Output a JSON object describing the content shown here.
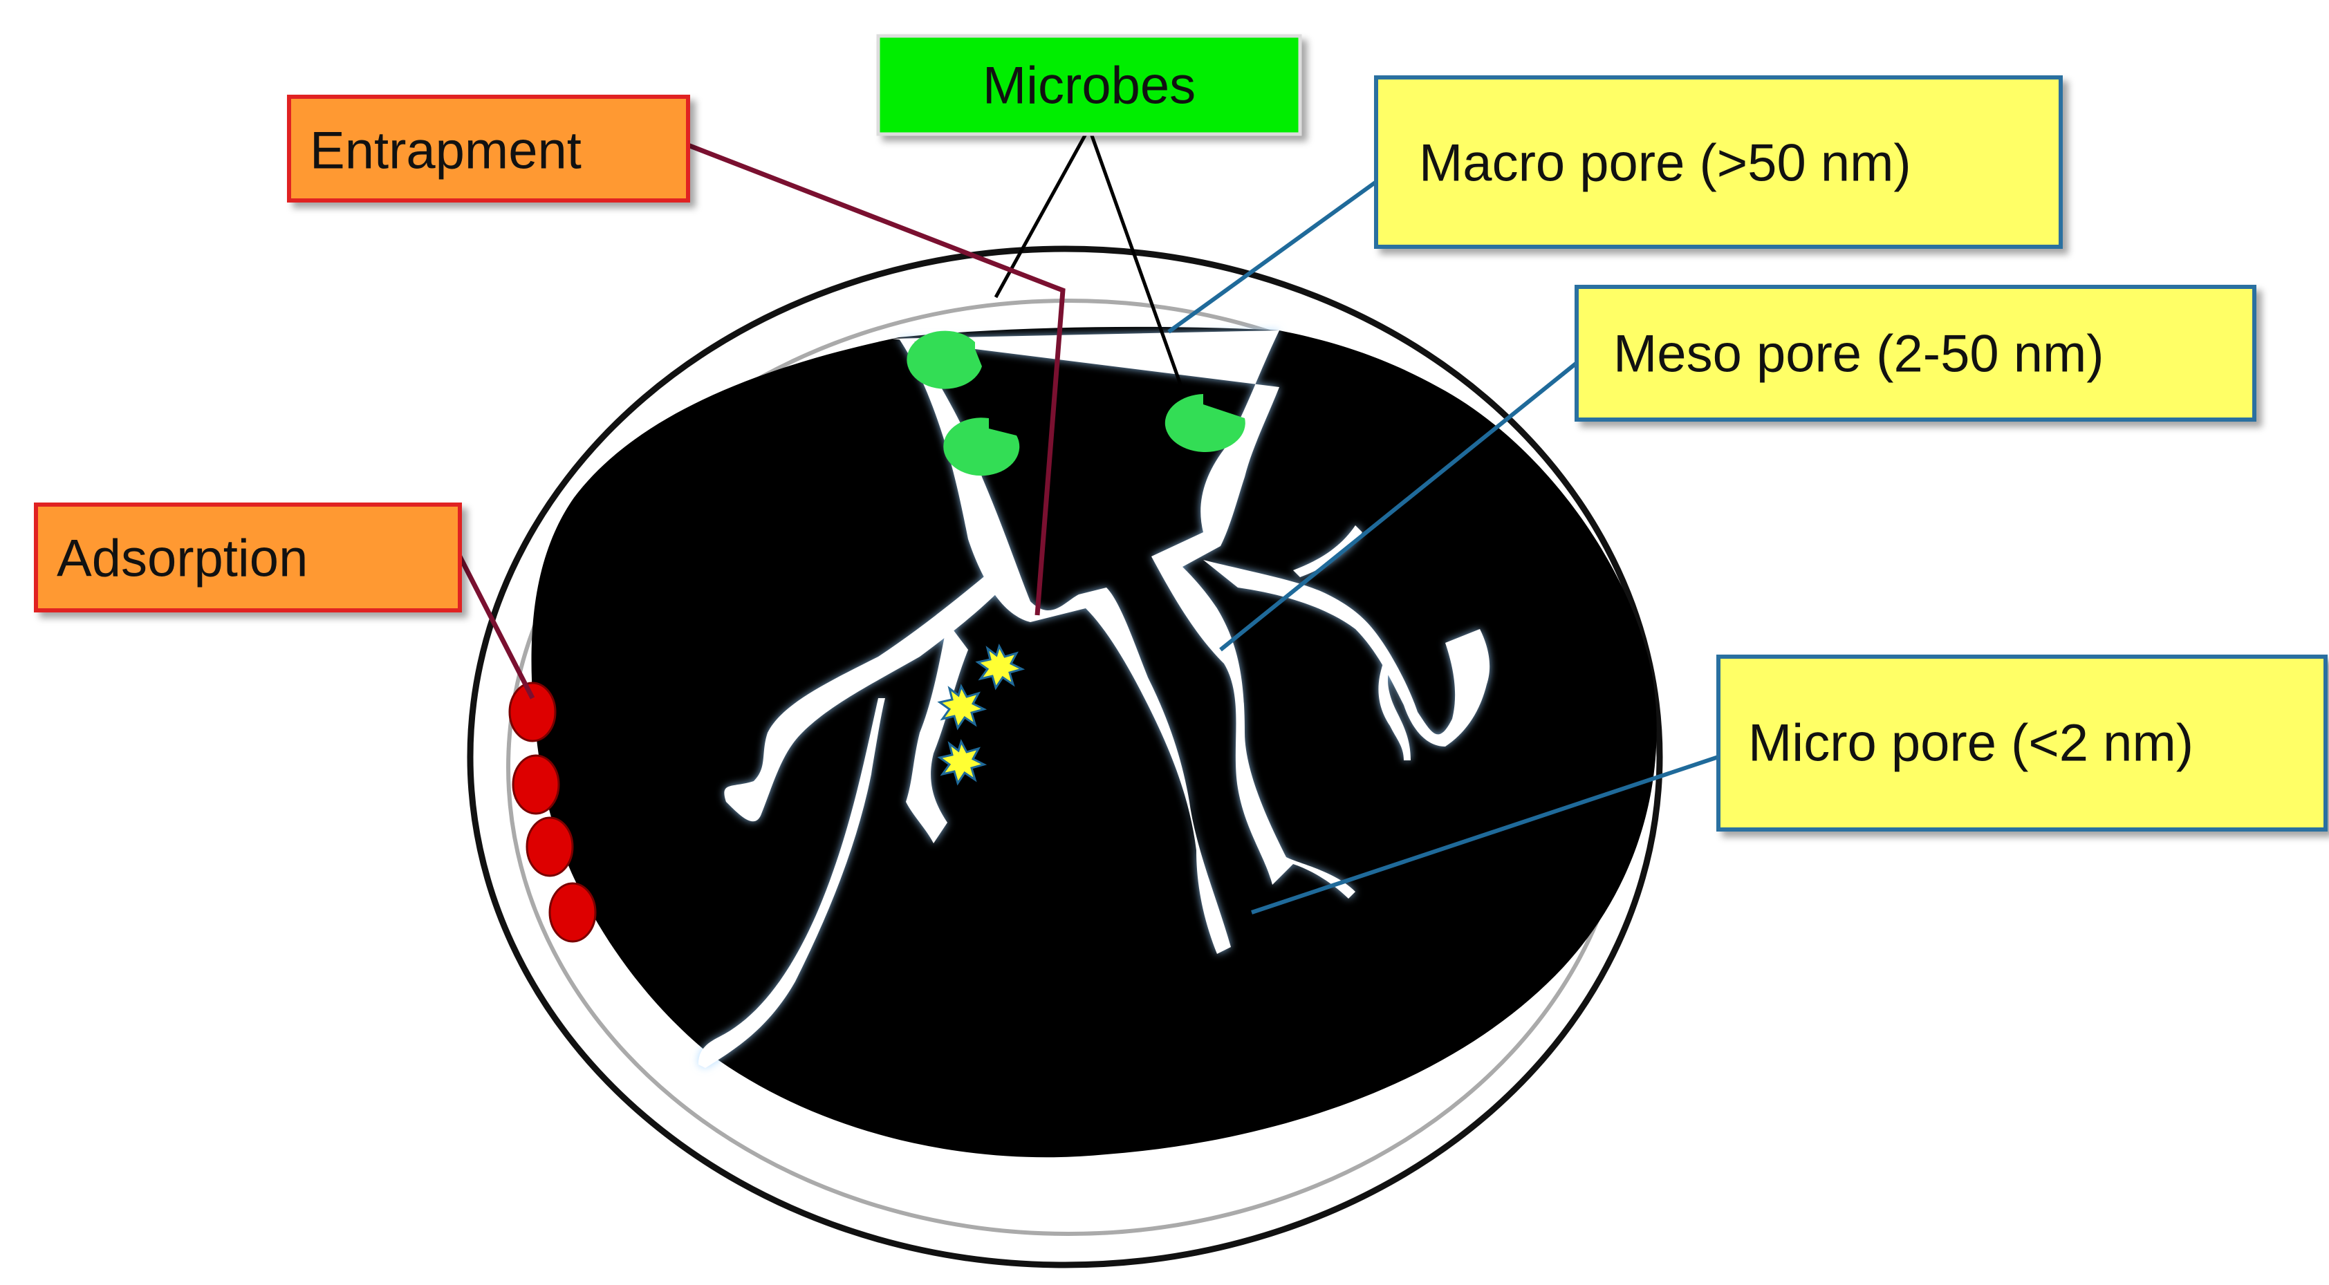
{
  "labels": {
    "microbes": "Microbes",
    "entrapment": "Entrapment",
    "adsorption": "Adsorption",
    "macro_pore": "Macro pore (>50 nm)",
    "meso_pore": "Meso pore (2-50 nm)",
    "micro_pore": "Micro pore (<2 nm)"
  },
  "colors": {
    "microbes_box": "#00ee00",
    "orange_box": "#ff9933",
    "orange_border": "#e02020",
    "yellow_box": "#ffff66",
    "blue_border": "#2a6fa0",
    "entrapment_line": "#7a1030",
    "adsorption_line": "#7a1030",
    "pore_line": "#1f6a9a",
    "microbe_shape": "#33dd55",
    "adsorbed_particle": "#dd0000",
    "entrapped_particle": "#ffff33",
    "biochar_body": "#000000"
  },
  "icons": {
    "microbe": "pacman-shape",
    "adsorbed": "red-oval",
    "entrapped": "yellow-starburst"
  }
}
